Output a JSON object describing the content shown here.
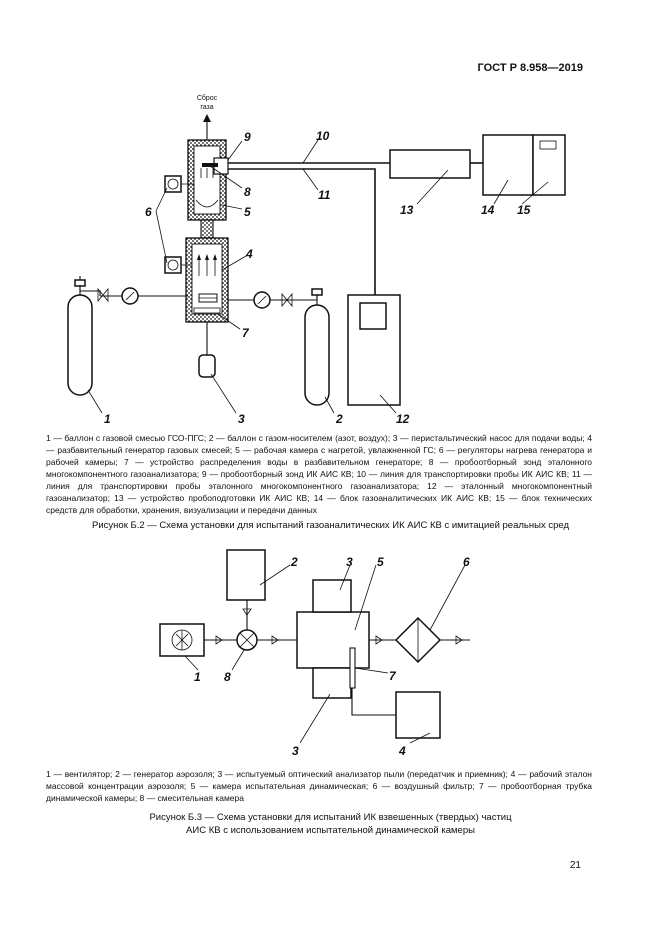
{
  "header": {
    "standard": "ГОСТ Р 8.958—2019"
  },
  "figure_b2": {
    "vent_label_line1": "Сброс",
    "vent_label_line2": "газа",
    "callouts": {
      "c1": "1",
      "c2": "2",
      "c3": "3",
      "c4": "4",
      "c5": "5",
      "c6": "6",
      "c7": "7",
      "c8": "8",
      "c9": "9",
      "c10": "10",
      "c11": "11",
      "c12": "12",
      "c13": "13",
      "c14": "14",
      "c15": "15"
    },
    "legend": "1 — баллон с газовой смесью ГСО-ПГС; 2 — баллон с газом-носителем (азот, воздух); 3 — перистальтический насос для подачи воды; 4 — разбавительный генератор газовых смесей; 5 — рабочая камера с нагретой, увлажненной ГС; 6 — регуляторы нагрева генератора и рабочей камеры; 7 — устройство распределения воды в разбавительном генераторе; 8 — пробоотборный зонд эталонного многокомпонентного газоанализатора; 9 — пробоотборный зонд ИК АИС КВ; 10 — линия для транспортировки пробы ИК АИС КВ; 11 — линия для транспортировки пробы эталонного многокомпонентного газоанализатора; 12 — эталонный многокомпонентный газоанализатор; 13 — устройство пробоподготовки ИК АИС КВ; 14 — блок газоаналитических ИК АИС КВ; 15 — блок технических средств для обработки, хранения, визуализации и передачи данных",
    "caption": "Рисунок Б.2 — Схема установки для испытаний газоаналитических ИК АИС КВ с имитацией реальных сред"
  },
  "figure_b3": {
    "callouts": {
      "c1": "1",
      "c2": "2",
      "c3a": "3",
      "c3b": "3",
      "c4": "4",
      "c5": "5",
      "c6": "6",
      "c7": "7",
      "c8": "8"
    },
    "legend": "1 — вентилятор; 2 — генератор аэрозоля; 3 — испытуемый оптический анализатор пыли (передатчик и приемник); 4 — рабочий эталон массовой концентрации аэрозоля; 5 — камера испытательная динамическая; 6 — воздушный фильтр; 7 — пробоотборная трубка динамической камеры; 8 — смесительная камера",
    "caption_line1": "Рисунок Б.3 — Схема установки для испытаний ИК взвешенных (твердых) частиц",
    "caption_line2": "АИС КВ с использованием испытательной динамической камеры"
  },
  "footer": {
    "page_number": "21"
  }
}
